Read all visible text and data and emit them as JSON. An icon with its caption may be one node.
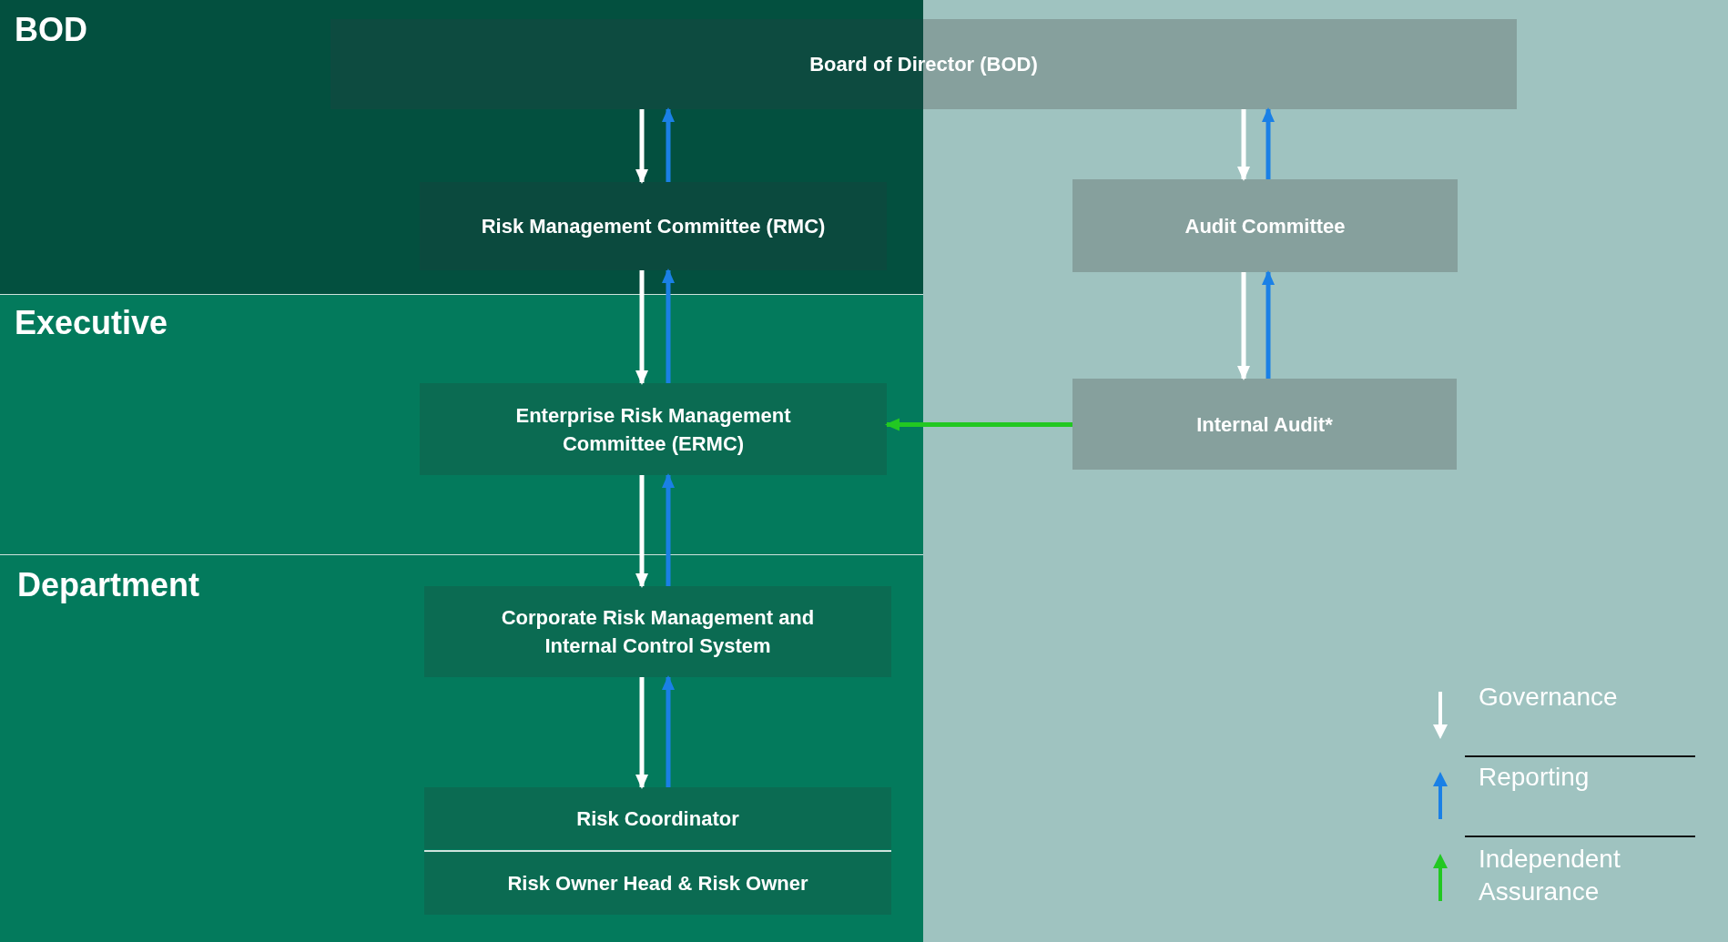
{
  "diagram": {
    "nodes": [
      {
        "text": [
          "BOD"
        ]
      },
      {
        "text": [
          "Executive"
        ]
      },
      {
        "text": [
          "Department"
        ]
      },
      {
        "text": [
          "Board of Director (BOD)"
        ]
      },
      {
        "text": [
          "Risk Management Committee (RMC)"
        ],
        "in": 0
      },
      {
        "text": [
          "Audit Committee"
        ]
      },
      {
        "text": [
          "Enterprise Risk Management Committee (ERMC)"
        ],
        "in": 1
      },
      {
        "text": [
          "Internal Audit*"
        ]
      },
      {
        "text": [
          "Corporate Risk Management and Internal Control System"
        ],
        "in": 2
      },
      {
        "text": [
          "Risk Coordinator"
        ],
        "in": 2
      },
      {
        "text": [
          "Risk Owner Head & Risk Owner"
        ],
        "in": 2
      }
    ],
    "edges": [
      {
        "from": 3,
        "to": 4,
        "arrow": "to",
        "color": "#ffffff"
      },
      {
        "from": 4,
        "to": 3,
        "arrow": "to",
        "color": "#1a80e6"
      },
      {
        "from": 3,
        "to": 5,
        "arrow": "to",
        "color": "#ffffff"
      },
      {
        "from": 5,
        "to": 3,
        "arrow": "to",
        "color": "#1a80e6"
      },
      {
        "from": 4,
        "to": 6,
        "arrow": "to",
        "color": "#ffffff"
      },
      {
        "from": 6,
        "to": 4,
        "arrow": "to",
        "color": "#1a80e6"
      },
      {
        "from": 5,
        "to": 7,
        "arrow": "to",
        "color": "#ffffff"
      },
      {
        "from": 7,
        "to": 5,
        "arrow": "to",
        "color": "#1a80e6"
      },
      {
        "from": 6,
        "to": 8,
        "arrow": "to",
        "color": "#ffffff"
      },
      {
        "from": 8,
        "to": 6,
        "arrow": "to",
        "color": "#1a80e6"
      },
      {
        "from": 8,
        "to": 9,
        "arrow": "to",
        "color": "#ffffff"
      },
      {
        "from": 9,
        "to": 8,
        "arrow": "to",
        "color": "#1a80e6"
      },
      {
        "from": 7,
        "to": 6,
        "arrow": "to",
        "color": "#22c822"
      }
    ],
    "legend": [
      {
        "text": "Governance"
      },
      {
        "text": "Reporting"
      },
      {
        "text": "Independent Assurance"
      }
    ]
  }
}
